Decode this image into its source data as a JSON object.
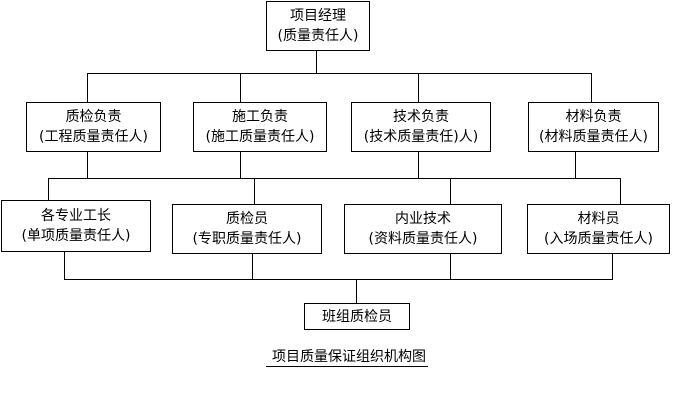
{
  "diagram": {
    "root": {
      "line1": "项目经理",
      "line2": "(质量责任人)"
    },
    "level2": [
      {
        "line1": "质检负责",
        "line2": "(工程质量责任人)"
      },
      {
        "line1": "施工负责",
        "line2": "(施工质量责任人)"
      },
      {
        "line1": "技术负责",
        "line2": "(技术质量责任)人)"
      },
      {
        "line1": "材料负责",
        "line2": "(材料质量责任人)"
      }
    ],
    "level3": [
      {
        "line1": "各专业工长",
        "line2": "(单项质量责任人)"
      },
      {
        "line1": "质检员",
        "line2": "(专职质量责任人)"
      },
      {
        "line1": "内业技术",
        "line2": "(资料质量责任人)"
      },
      {
        "line1": "材料员",
        "line2": "(入场质量责任人)"
      }
    ],
    "bottom": {
      "line1": "班组质检员"
    },
    "caption": "项目质量保证组织机构图"
  }
}
